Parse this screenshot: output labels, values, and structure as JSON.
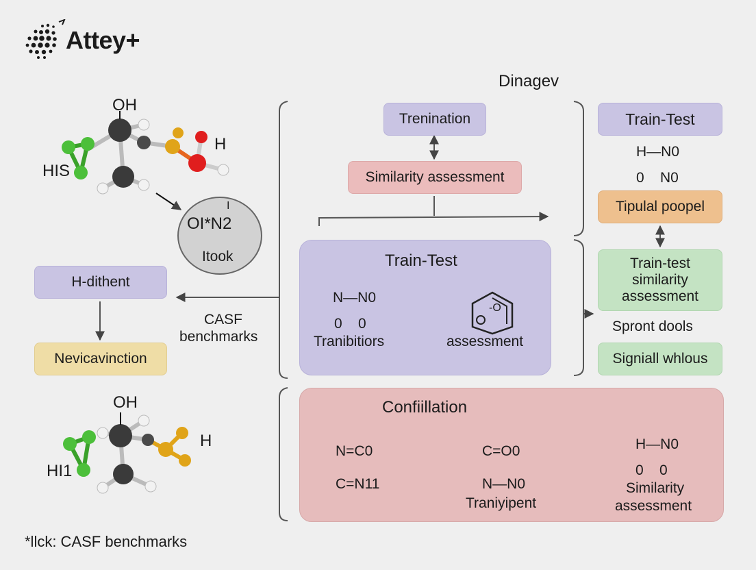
{
  "logo": {
    "text": "Attey+"
  },
  "header": {
    "title": "Dinagev"
  },
  "molecule_top": {
    "label_oh": "OH",
    "label_h": "H",
    "label_his": "HIS"
  },
  "circle_node": {
    "line1": "OI*N2",
    "super": "I",
    "line2": "Itook"
  },
  "left": {
    "box1": "H-dithent",
    "box2": "Nevicavinction",
    "edge_label_1": "CASF",
    "edge_label_2": "benchmarks"
  },
  "molecule_bottom": {
    "label_oh": "OH",
    "label_h": "H",
    "label_hi1": "HI1"
  },
  "footnote": "*llck: CASF benchmarks",
  "center": {
    "box_top": "Trenination",
    "box_similarity": "Similarity assessment",
    "panel_train_test": {
      "title": "Train-Test",
      "formula_left": [
        "N—N0",
        "0    0"
      ],
      "caption_left": "Tranibitiors",
      "caption_right": "assessment",
      "ring_label": "-O"
    },
    "panel_confi": {
      "title": "Confiillation",
      "formula_1": [
        "N=C0",
        "C=N11"
      ],
      "formula_2": [
        "C=O0",
        "N—N0"
      ],
      "caption_2": "Traniyipent",
      "formula_3": [
        "H—N0",
        "0    0"
      ],
      "caption_3": [
        "Similarity",
        "assessment"
      ]
    }
  },
  "right": {
    "box_train_test": "Train-Test",
    "formula": [
      "H—N0",
      "0    N0"
    ],
    "box_tipual": "Tipulal poopel",
    "box_train_sim": [
      "Train-test",
      "similarity",
      "assessment"
    ],
    "label_spront": "Spront dools",
    "box_signial": "Signiall whlous"
  },
  "colors": {
    "purple": "#c9c4e3",
    "pink": "#ebbcbc",
    "orange": "#eec08e",
    "green": "#c4e3c3",
    "yellow": "#efdda6",
    "atom_carbon": "#3a3a3a",
    "atom_green": "#4cbf3a",
    "atom_gold": "#e0a419",
    "atom_red": "#e01e1e",
    "atom_white": "#f2f2f2"
  }
}
